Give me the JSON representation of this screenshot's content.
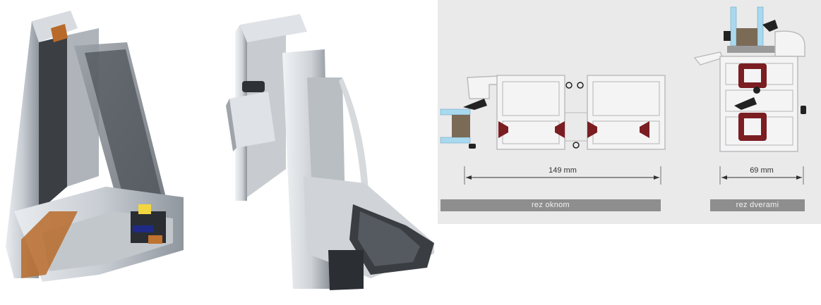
{
  "colors": {
    "panel_bg": "#eaeaeb",
    "profile_outline": "#b9b9bb",
    "thermal_break": "#7b1e22",
    "glass": "#a9d9ee",
    "spacer": "#7b6a56",
    "label_bar": "#8e8e8f"
  },
  "window_section": {
    "dimension": "149 mm",
    "label": "rez oknom"
  },
  "door_section": {
    "dimension": "69 mm",
    "label": "rez dverami"
  }
}
